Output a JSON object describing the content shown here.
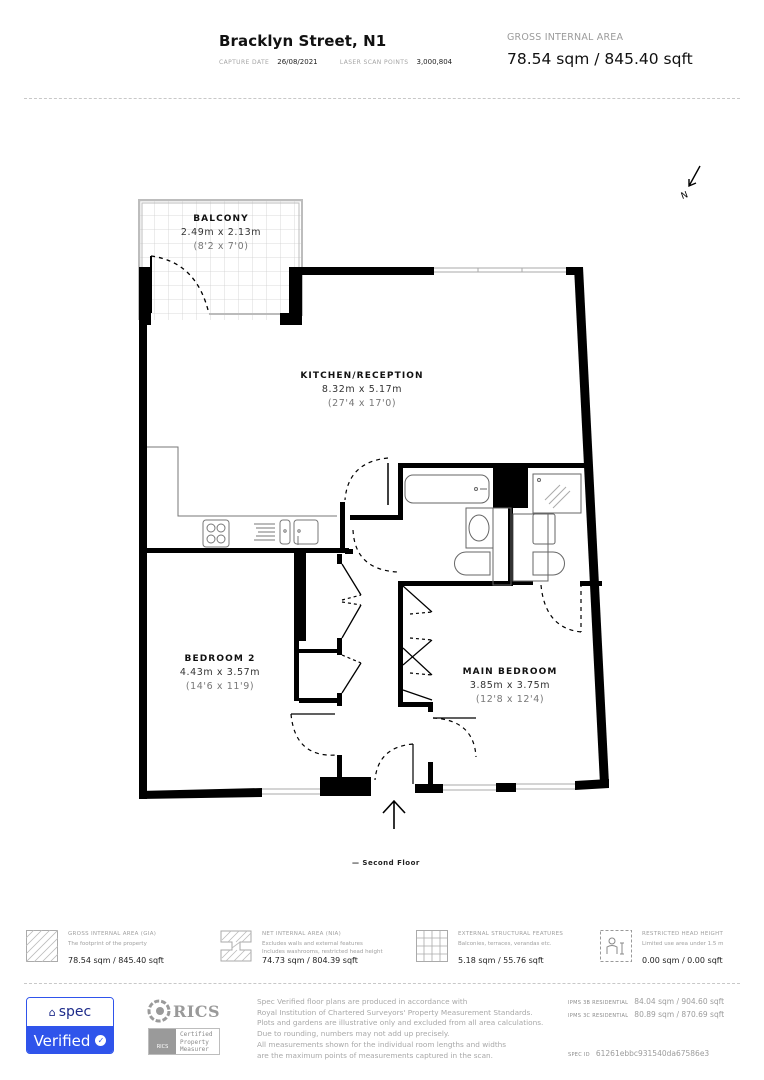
{
  "header": {
    "title": "Bracklyn Street, N1",
    "capture_date_label": "CAPTURE DATE",
    "capture_date": "26/08/2021",
    "laser_scan_points_label": "LASER SCAN POINTS",
    "laser_scan_points": "3,000,804",
    "gross_internal_area_label": "GROSS INTERNAL AREA",
    "gross_internal_area": "78.54 sqm / 845.40 sqft"
  },
  "compass": {
    "label": "N",
    "icon": "north-arrow-icon"
  },
  "rooms": [
    {
      "name": "BALCONY",
      "metric": "2.49m x 2.13m",
      "imperial": "(8'2 x 7'0)"
    },
    {
      "name": "KITCHEN/RECEPTION",
      "metric": "8.32m x 5.17m",
      "imperial": "(27'4 x 17'0)"
    },
    {
      "name": "BEDROOM 2",
      "metric": "4.43m x 3.57m",
      "imperial": "(14'6 x 11'9)"
    },
    {
      "name": "MAIN BEDROOM",
      "metric": "3.85m x 3.75m",
      "imperial": "(12'8 x 12'4)"
    }
  ],
  "floor_label": "— Second Floor",
  "entrance": {
    "icon": "entrance-arrow-icon"
  },
  "key": [
    {
      "title": "GROSS INTERNAL AREA (GIA)",
      "desc": [
        "The footprint of the property"
      ],
      "value": "78.54 sqm / 845.40 sqft",
      "icon": "gia-hatch-icon"
    },
    {
      "title": "NET INTERNAL AREA (NIA)",
      "desc": [
        "Excludes walls and external features",
        "Includes washrooms, restricted head height"
      ],
      "value": "74.73 sqm / 804.39 sqft",
      "icon": "nia-hatch-icon"
    },
    {
      "title": "EXTERNAL STRUCTURAL FEATURES",
      "desc": [
        "Balconies, terraces, verandas etc."
      ],
      "value": "5.18 sqm / 55.76 sqft",
      "icon": "grid-tile-icon"
    },
    {
      "title": "RESTRICTED HEAD HEIGHT",
      "desc": [
        "Limited use area under 1.5 m"
      ],
      "value": "0.00 sqm / 0.00 sqft",
      "icon": "person-height-icon"
    }
  ],
  "badge": {
    "brand": "spec",
    "status": "Verified"
  },
  "rics": {
    "word": "RICS",
    "small": "RICS",
    "cert_lines": [
      "Certified",
      "Property",
      "Measurer"
    ]
  },
  "disclaimer": [
    "Spec Verified floor plans are produced in accordance with",
    "Royal Institution of Chartered Surveyors' Property Measurement Standards.",
    "Plots and gardens are illustrative only and excluded from all area calculations.",
    "Due to rounding, numbers may not add up precisely.",
    "All measurements shown for the individual room lengths and widths",
    "are the maximum points of measurements captured in the scan."
  ],
  "ipms": [
    {
      "label": "IPMS 3B RESIDENTIAL",
      "value": "84.04 sqm / 904.60 sqft"
    },
    {
      "label": "IPMS 3C RESIDENTIAL",
      "value": "80.89 sqm / 870.69 sqft"
    }
  ],
  "spec_id": {
    "label": "SPEC ID",
    "value": "61261ebbc931540da67586e3"
  },
  "colors": {
    "wall": "#000000",
    "accent": "#2f54eb",
    "muted_text": "#a0a0a0"
  }
}
